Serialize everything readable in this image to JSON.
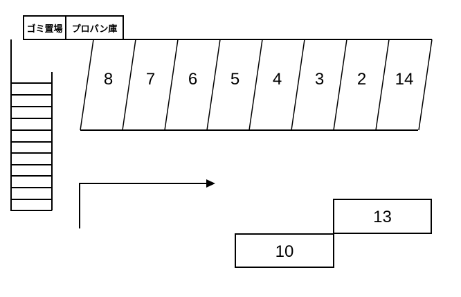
{
  "header_boxes": [
    {
      "label": "ゴミ置場"
    },
    {
      "label": "プロパン庫"
    }
  ],
  "parking_row": [
    "8",
    "7",
    "6",
    "5",
    "4",
    "3",
    "2",
    "14"
  ],
  "lower_spaces": {
    "upper": "13",
    "lower": "10"
  }
}
